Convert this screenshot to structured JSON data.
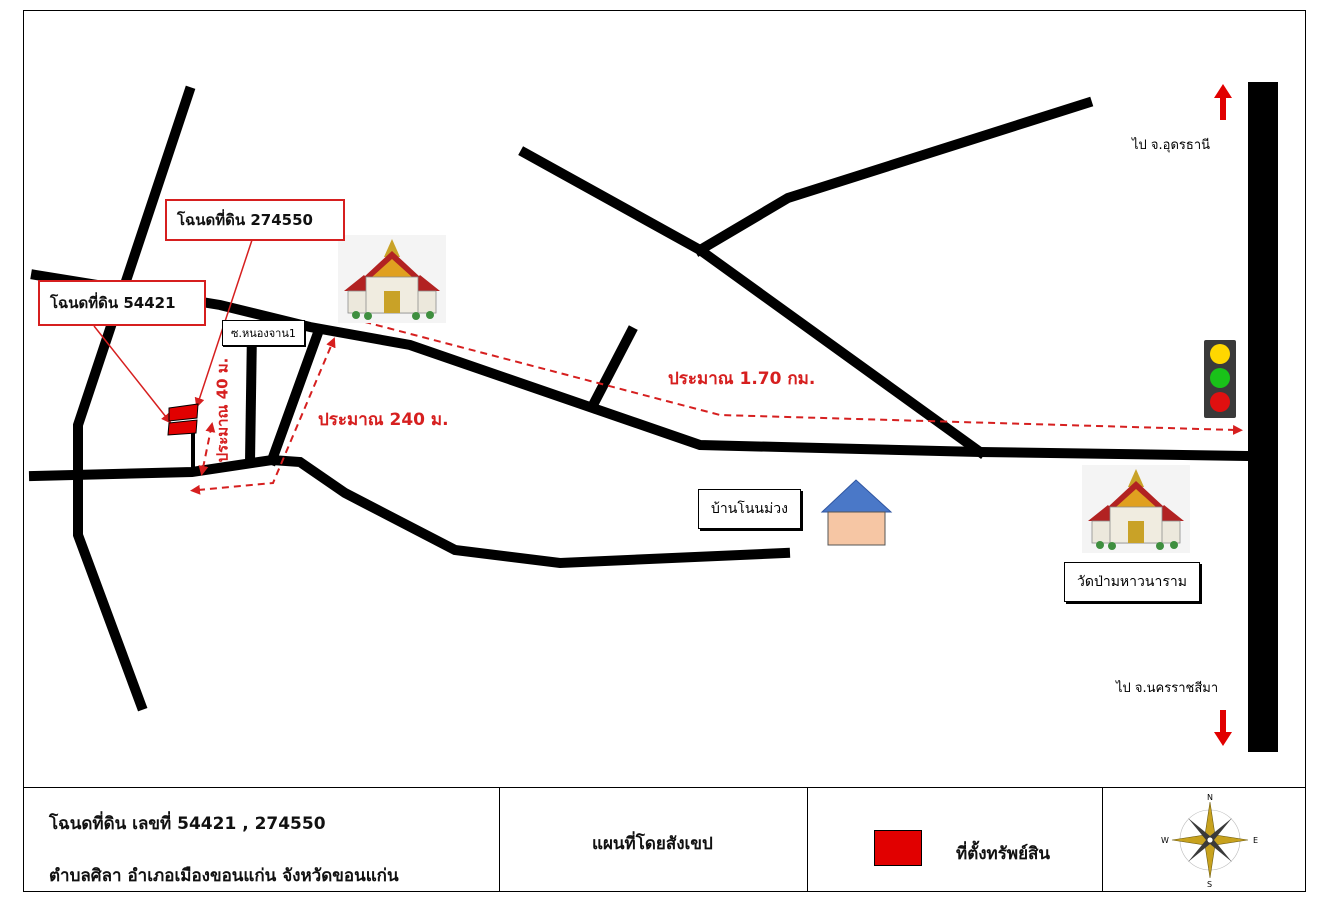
{
  "map": {
    "callouts": {
      "deed_274550": "โฉนดที่ดิน 274550",
      "deed_54421": "โฉนดที่ดิน 54421"
    },
    "road_labels": {
      "soi": "ซ.หนองจาน1"
    },
    "distances": {
      "d40": "ประมาณ 40 ม.",
      "d240": "ประมาณ 240 ม.",
      "d170": "ประมาณ 1.70 กม."
    },
    "places": {
      "village": "บ้านโนนม่วง",
      "temple": "วัดป่ามหาวนาราม"
    },
    "directions": {
      "north": "ไป จ.อุดรธานี",
      "south": "ไป จ.นครราชสีมา"
    },
    "colors": {
      "road": "#000000",
      "route": "#d61f1f",
      "property": "#e10000",
      "house_roof": "#4a78c8",
      "house_wall": "#f6c6a4"
    }
  },
  "legend": {
    "deed_line": "โฉนดที่ดิน เลขที่ 54421 , 274550",
    "location_line": "ตำบลศิลา อำเภอเมืองขอนแก่น  จังหวัดขอนแก่น",
    "map_title": "แผนที่โดยสังเขป",
    "property_label": "ที่ตั้งทรัพย์สิน",
    "compass_letters": {
      "n": "N",
      "s": "S",
      "e": "E",
      "w": "W"
    }
  }
}
